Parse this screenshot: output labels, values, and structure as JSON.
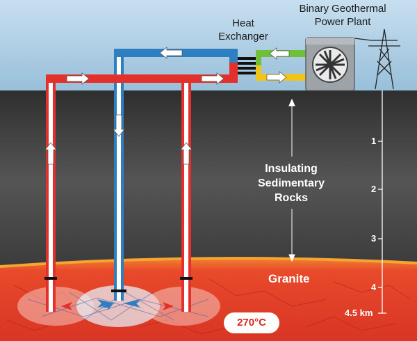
{
  "labels": {
    "plant_line1": "Binary Geothermal",
    "plant_line2": "Power Plant",
    "hx_line1": "Heat",
    "hx_line2": "Exchanger",
    "insulating_line1": "Insulating",
    "insulating_line2": "Sedimentary",
    "insulating_line3": "Rocks",
    "granite": "Granite",
    "temperature": "270°C"
  },
  "depth_scale": {
    "unit": "km",
    "ticks": [
      "1",
      "2",
      "3",
      "4"
    ],
    "bottom_label": "4.5 km"
  },
  "colors": {
    "sky": "#a9cbe2",
    "rock": "#4a4a4a",
    "granite": "#e8492b",
    "hot_pipe": "#e4302b",
    "cold_pipe": "#2d7fc1",
    "loop_green": "#6fbf3b",
    "loop_yellow": "#f2c319"
  }
}
